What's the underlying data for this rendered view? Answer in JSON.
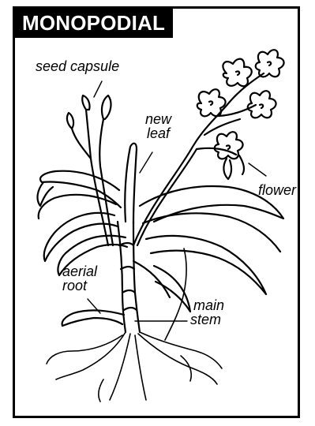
{
  "title": "MONOPODIAL",
  "labels": {
    "seed_capsule": "seed capsule",
    "new_leaf_line1": "new",
    "new_leaf_line2": "leaf",
    "flower": "flower",
    "aerial_root_line1": "aerial",
    "aerial_root_line2": "root",
    "main_stem_line1": "main",
    "main_stem_line2": "stem"
  }
}
